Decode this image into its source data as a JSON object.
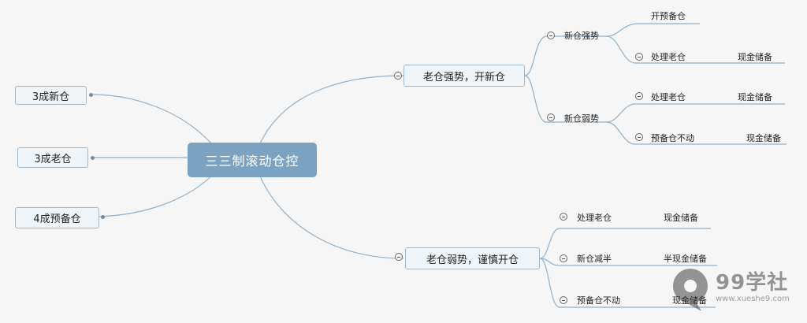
{
  "diagram": {
    "root": "三三制滚动仓控",
    "left": [
      "3成新仓",
      "3成老仓",
      "4成预备仓"
    ],
    "branch_strong": {
      "label": "老仓强势，开新仓",
      "new_strong": "新仓强势",
      "open_reserve": "开预备仓",
      "handle_old_1": "处理老仓",
      "cash_1": "现金储备",
      "new_weak": "新仓弱势",
      "handle_old_2": "处理老仓",
      "cash_2": "现金储备",
      "reserve_hold_1": "预备仓不动",
      "cash_3": "现金储备"
    },
    "branch_weak": {
      "label": "老仓弱势，谨慎开仓",
      "handle_old_3": "处理老仓",
      "cash_4": "现金储备",
      "new_halve": "新仓减半",
      "half_cash": "半现金储备",
      "reserve_hold_2": "预备仓不动",
      "cash_5": "现金储备"
    }
  },
  "watermark": {
    "brand": "99学社",
    "url": "www.xueshe9.com"
  },
  "colors": {
    "root_fill": "#7ba3c1",
    "box_fill": "#eef4f8",
    "box_border": "#9cb8cf",
    "line": "#8fb0c8"
  }
}
